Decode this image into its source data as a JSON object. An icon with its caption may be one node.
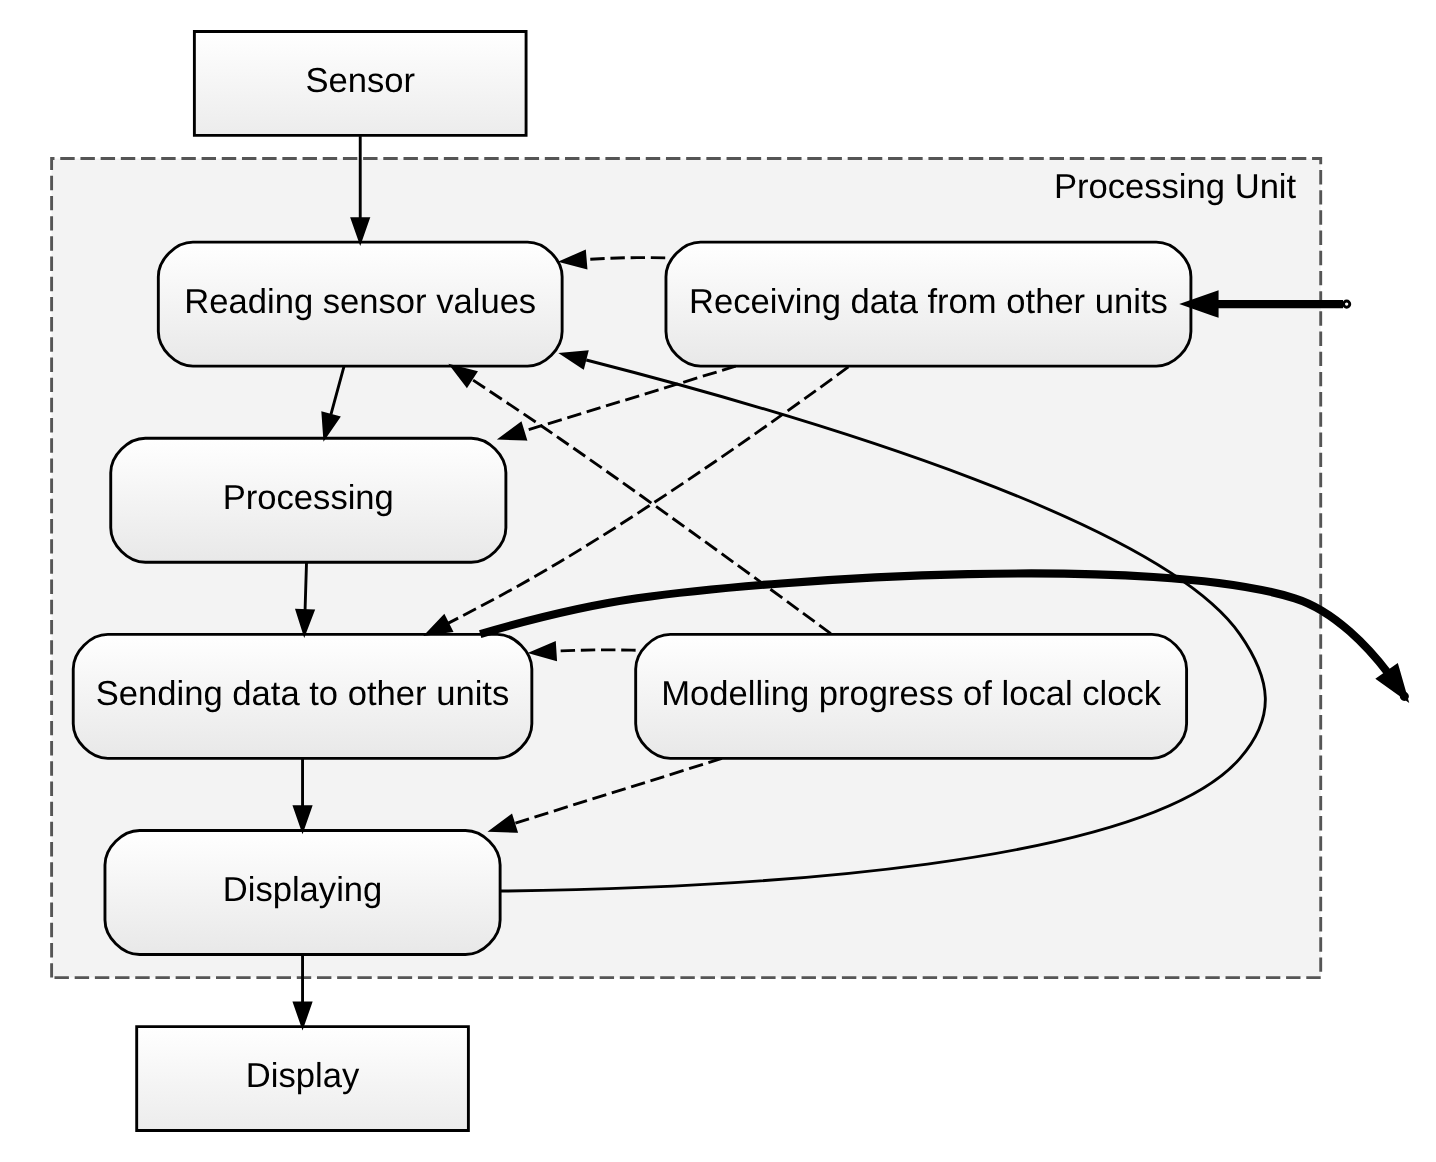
{
  "diagram": {
    "nodes": [
      {
        "text": [
          "Sensor"
        ]
      },
      {
        "text": [
          "Processing Unit"
        ]
      },
      {
        "text": [
          "Reading sensor values"
        ],
        "in": 1
      },
      {
        "text": [
          "Processing"
        ],
        "in": 1
      },
      {
        "text": [
          "Sending data to other units"
        ],
        "in": 1
      },
      {
        "text": [
          "Displaying"
        ],
        "in": 1
      },
      {
        "text": [
          "Receiving data from other units"
        ],
        "in": 1
      },
      {
        "text": [
          "Modelling progress of local clock"
        ],
        "in": 1
      },
      {
        "text": [
          "Display"
        ]
      }
    ],
    "edges": [
      {
        "from": 0,
        "to": 2,
        "arrow": "to"
      },
      {
        "from": 2,
        "to": 3,
        "arrow": "to"
      },
      {
        "from": 3,
        "to": 4,
        "arrow": "to"
      },
      {
        "from": 4,
        "to": 5,
        "arrow": "to"
      },
      {
        "from": 5,
        "to": 2,
        "arrow": "to"
      },
      {
        "from": 5,
        "to": 8,
        "arrow": "to"
      },
      {
        "from": null,
        "to": 6,
        "arrow": "to",
        "style": "thick"
      },
      {
        "from": 4,
        "to": null,
        "arrow": "to",
        "style": "thick"
      },
      {
        "from": 6,
        "to": 2,
        "arrow": "to",
        "style": "dashed"
      },
      {
        "from": 6,
        "to": 3,
        "arrow": "to",
        "style": "dashed"
      },
      {
        "from": 6,
        "to": 4,
        "arrow": "to",
        "style": "dashed"
      },
      {
        "from": 7,
        "to": 2,
        "arrow": "to",
        "style": "dashed"
      },
      {
        "from": 7,
        "to": 4,
        "arrow": "to",
        "style": "dashed"
      },
      {
        "from": 7,
        "to": 5,
        "arrow": "to",
        "style": "dashed"
      }
    ]
  }
}
